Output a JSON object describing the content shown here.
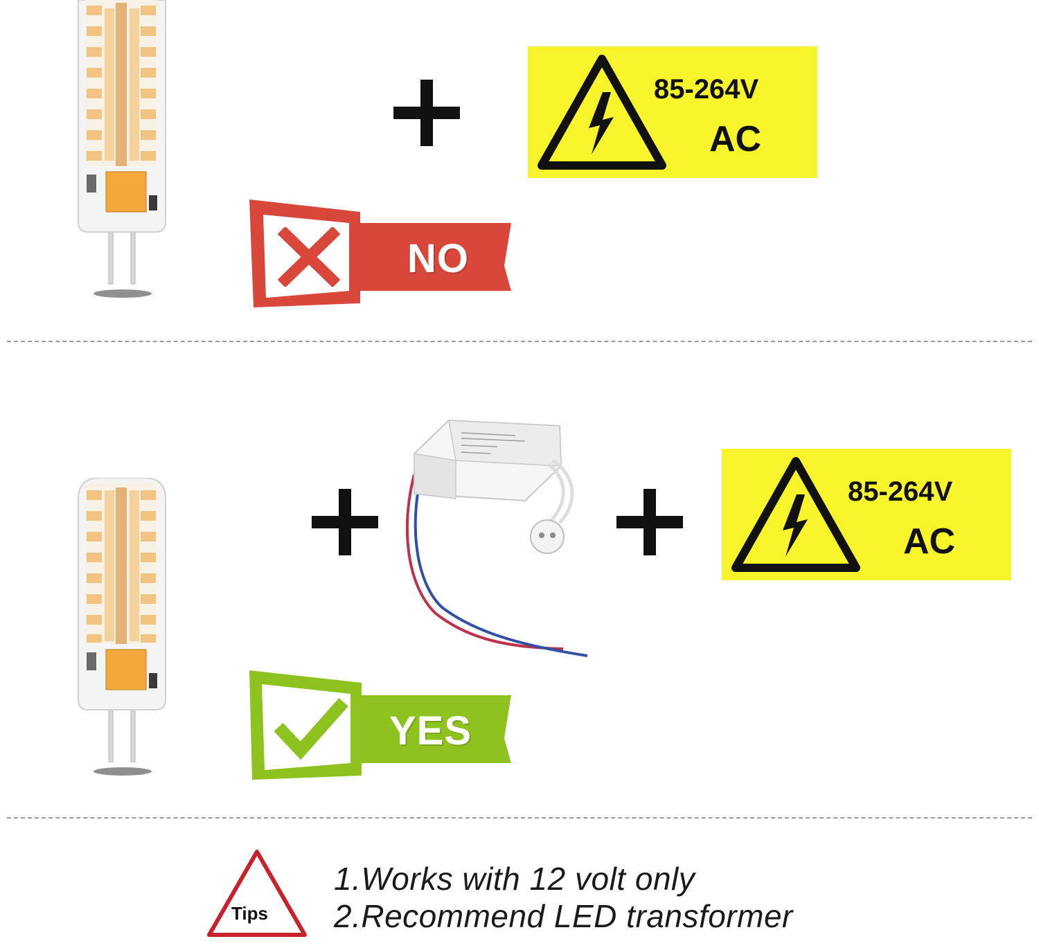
{
  "warning_top": {
    "voltage": "85-264V",
    "current_type": "AC"
  },
  "warning_bottom": {
    "voltage": "85-264V",
    "current_type": "AC"
  },
  "no_banner": {
    "label": "NO"
  },
  "yes_banner": {
    "label": "YES"
  },
  "tips": {
    "badge": "Tips",
    "lines": [
      "1.Works with 12 volt only",
      "2.Recommend LED transformer"
    ]
  },
  "colors": {
    "warning_yellow": "#f7f42b",
    "no_red": "#d9473b",
    "yes_green": "#8dc21f",
    "tips_red": "#c8232c"
  },
  "icons": [
    "led-bulb-icon",
    "plus-icon",
    "high-voltage-warning-icon",
    "x-mark-icon",
    "check-mark-icon",
    "led-transformer-icon",
    "tips-warning-triangle-icon"
  ]
}
